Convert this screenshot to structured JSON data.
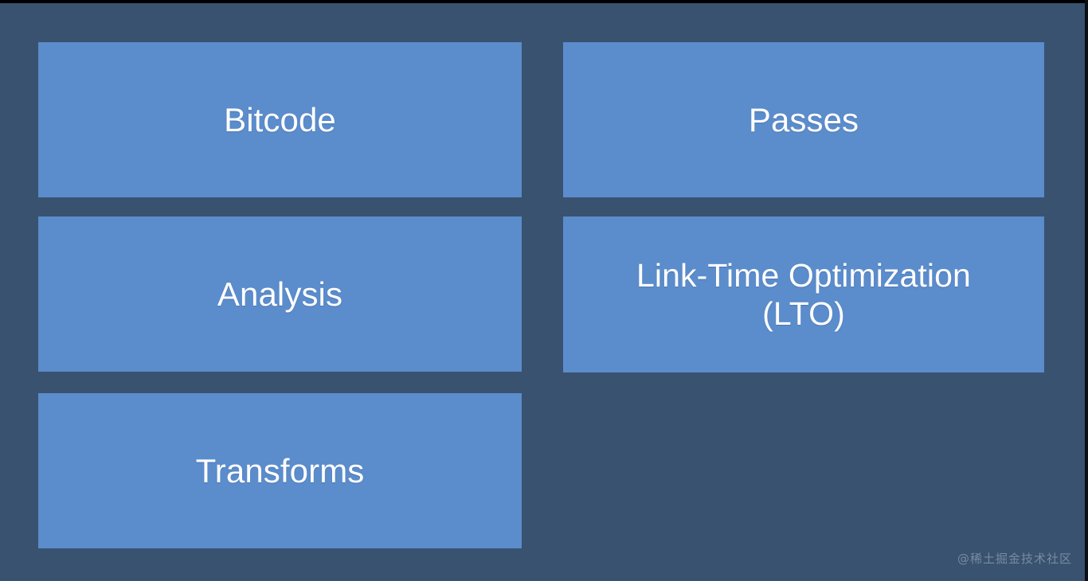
{
  "slide": {
    "background_color": "#385270",
    "card_color": "#5b8ccc",
    "text_color": "#ffffff",
    "columns": [
      {
        "name": "left-column",
        "cards": [
          {
            "label": "Bitcode"
          },
          {
            "label": "Analysis"
          },
          {
            "label": "Transforms"
          }
        ]
      },
      {
        "name": "right-column",
        "cards": [
          {
            "label": "Passes"
          },
          {
            "label": "Link-Time Optimization\n(LTO)"
          }
        ]
      }
    ]
  },
  "watermark": {
    "text": "@稀土掘金技术社区",
    "color": "#8595a8"
  }
}
